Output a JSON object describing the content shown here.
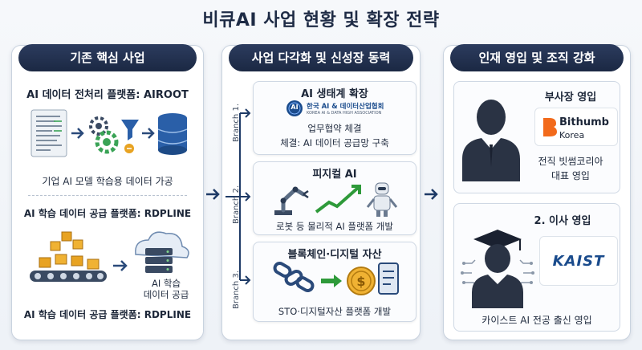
{
  "title": "비큐AI 사업 현황 및 확장 전략",
  "columns": {
    "core": {
      "header": "기존 핵심 사업",
      "airoot_title": "AI 데이터 전처리 플랫폼: AIROOT",
      "airoot_desc": "기업 AI 모델 학습용 데이터 가공",
      "rdpline_title": "AI 학습 데이터 공급 플랫폼: RDPLINE",
      "cloud_label_1": "AI 학습",
      "cloud_label_2": "데이터 공급",
      "rdpline_title_bottom": "AI 학습 데이터 공급 플랫폼: RDPLINE"
    },
    "growth": {
      "header": "사업 다각화 및 신성장 동력",
      "branches": [
        {
          "branch_label": "Branch 1.",
          "title": "AI 생태계 확장",
          "logo_abbr": "AI",
          "logo_name": "한국 AI & 데이터산업협회",
          "logo_sub": "KOREA AI & DATA HIGH ASSOCIATION",
          "line1": "업무협약 체결",
          "line2": "체결: AI 데이터 공급망 구축"
        },
        {
          "branch_label": "Branch 2.",
          "title": "피지컬 AI",
          "line1": "로봇 등 물리적 AI 플랫폼 개발"
        },
        {
          "branch_label": "Branch 3.",
          "title": "블록체인·디지털 자산",
          "line1": "STO·디지털자산 플랫폼 개발"
        }
      ]
    },
    "talent": {
      "header": "인재 영입 및 조직 강화",
      "vp_title": "부사장 영입",
      "bithumb_name": "Bithumb",
      "bithumb_sub": "Korea",
      "vp_line1": "전직 빗썸코리아",
      "vp_line2": "대표 영입",
      "director_title": "2. 이사 영입",
      "kaist_name": "KAIST",
      "director_line": "카이스트 AI 전공 출신 영입"
    }
  },
  "colors": {
    "header_bg": "#1b2843",
    "accent_blue": "#2a5fa8",
    "bithumb_orange": "#f26a1b",
    "kaist_blue": "#1a4b8c",
    "growth_green": "#2e9a3a"
  }
}
